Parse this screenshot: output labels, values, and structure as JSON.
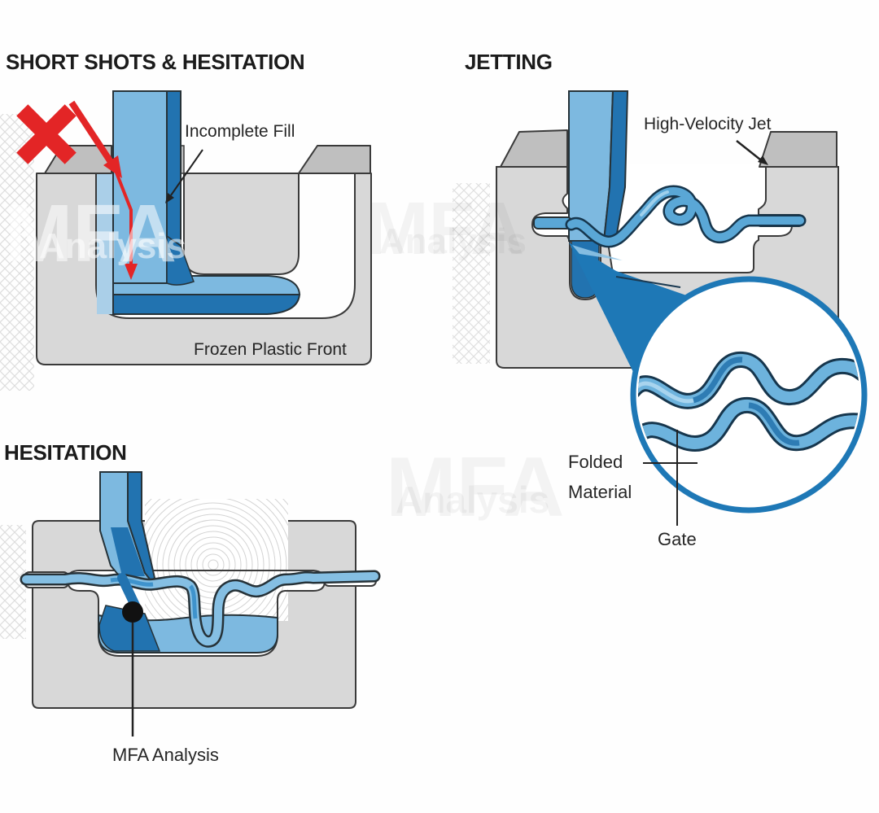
{
  "sections": {
    "short_shots": {
      "title": "SHORT SHOTS & HESITATION",
      "labels": {
        "incomplete_fill": "Incomplete Fill",
        "frozen_front": "Frozen Plastic Front"
      }
    },
    "jetting": {
      "title": "JETTING",
      "labels": {
        "high_velocity_jet": "High-Velocity Jet",
        "folded_line1": "Folded",
        "folded_line2": "Material",
        "gate": "Gate"
      }
    },
    "hesitation": {
      "title": "HESITATION",
      "labels": {
        "marker": "MFA Analysis"
      }
    },
    "watermark": {
      "line1": "MFA",
      "line2": "Analysis"
    },
    "colors": {
      "light_blue": "#7db9e0",
      "mid_blue": "#5aa7d6",
      "dark_blue": "#2273b0",
      "accent_blue": "#1e78b6",
      "mold_gray": "#d8d8d8",
      "bevel_gray": "#bfbfbf",
      "outline": "#3a3a3a",
      "error_red": "#e32526"
    }
  }
}
